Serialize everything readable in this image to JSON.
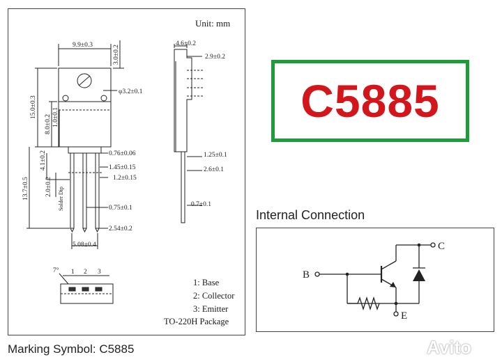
{
  "unit_label": "Unit: mm",
  "dimensions": {
    "d1": "9.9±0.3",
    "d2": "3.0±0.2",
    "d3": "φ3.2±0.1",
    "d4": "15.0±0.3",
    "d5": "8.0±0.2",
    "d6": "1.0±0.1",
    "d7": "0.76±0.06",
    "d8": "1.45±0.15",
    "d9": "1.2±0.15",
    "d10": "4.1±0.2",
    "d11": "2.0±0.2",
    "d12": "13.7±0.5",
    "d13": "Solder Dip",
    "d14": "0.75±0.1",
    "d15": "2.54±0.2",
    "d16": "5.08±0.4",
    "d17": "4.6±0.2",
    "d18": "2.9±0.2",
    "d19": "1.25±0.1",
    "d20": "2.6±0.1",
    "d21": "0.7±0.1",
    "angle": "7°",
    "pin1": "1",
    "pin2": "2",
    "pin3": "3"
  },
  "pins": [
    "1: Base",
    "2: Collector",
    "3: Emitter"
  ],
  "package_label": "TO-220H Package",
  "brand_label": "C5885",
  "internal_connection": {
    "title": "Internal Connection",
    "terminal_b": "B",
    "terminal_c": "C",
    "terminal_e": "E"
  },
  "marking_symbol": "Marking Symbol: C5885",
  "watermark": "Avito",
  "colors": {
    "brand_text": "#d2161c",
    "brand_border": "#1f9c3a"
  }
}
